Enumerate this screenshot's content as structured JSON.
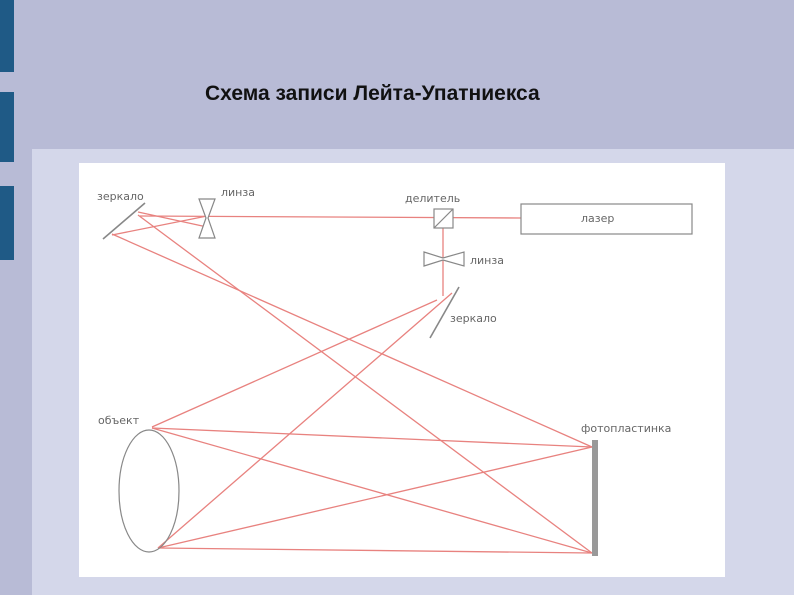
{
  "title": "Схема записи Лейта-Упатниекса",
  "diagram": {
    "labels": {
      "mirror_top": "зеркало",
      "lens_top": "линза",
      "splitter": "делитель",
      "laser": "лазер",
      "lens_right": "линза",
      "mirror_right": "зеркало",
      "object": "объект",
      "photoplate": "фотопластинка"
    },
    "colors": {
      "beam": "#e8827f",
      "element": "#888888",
      "accent": "#1f5a86"
    }
  }
}
